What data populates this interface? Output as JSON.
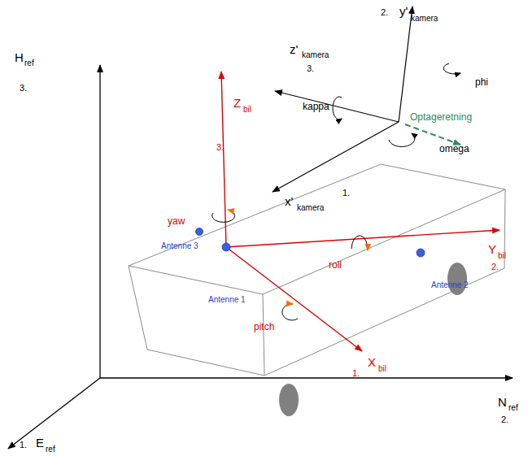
{
  "diagram": {
    "labels": [
      "H",
      "ref",
      "3.",
      "2.",
      "y'",
      "kamera",
      "phi",
      "z'",
      "kamera",
      "3.",
      "kappa",
      "omega",
      "Optageretning",
      "Z",
      "bil",
      "3.",
      "1.",
      "x'",
      "kamera",
      "yaw",
      "Antenne 3",
      "roll",
      "Antenne 2",
      "Antenne 1",
      "pitch",
      "Y",
      "bil",
      "2.",
      "X",
      "bil",
      "1.",
      "N",
      "ref",
      "2.",
      "1.",
      "E",
      "ref"
    ]
  }
}
